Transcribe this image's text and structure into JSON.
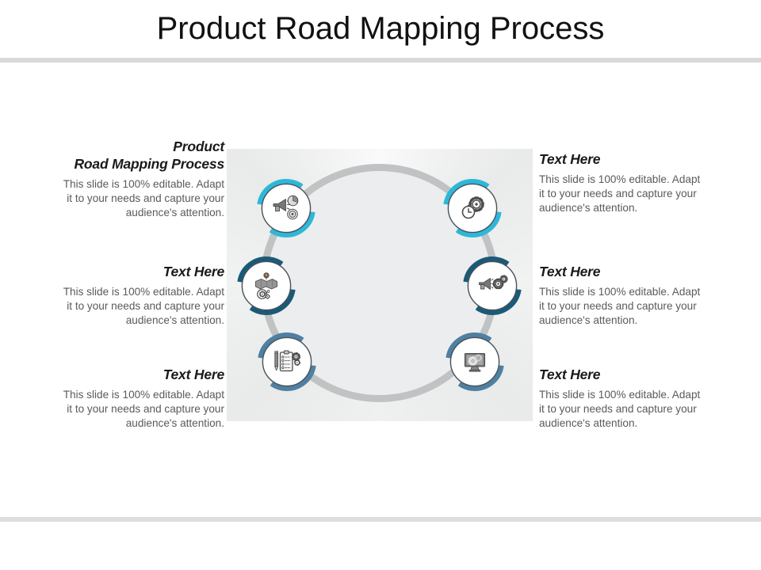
{
  "slide": {
    "title": "Product Road Mapping Process",
    "divider_color": "#d9d9d9",
    "background_color": "#ffffff"
  },
  "diagram": {
    "ring_color": "#c1c2c3",
    "inner_fill": "#ecedee",
    "accents": {
      "top_row": "#2eb7d8",
      "middle_row": "#1b5a77",
      "bottom_row": "#4f80a1"
    },
    "nodes": [
      {
        "position": "top-left",
        "icon": "megaphone-pie-target-icon",
        "accent": "#2eb7d8"
      },
      {
        "position": "top-right",
        "icon": "clock-gear-icon",
        "accent": "#2eb7d8"
      },
      {
        "position": "middle-left",
        "icon": "map-pin-mind-gear-icon",
        "accent": "#1b5a77"
      },
      {
        "position": "middle-right",
        "icon": "megaphone-gears-icon",
        "accent": "#1b5a77"
      },
      {
        "position": "bottom-left",
        "icon": "pencil-checklist-gear-icon",
        "accent": "#4f80a1"
      },
      {
        "position": "bottom-right",
        "icon": "monitor-gears-icon",
        "accent": "#4f80a1"
      }
    ]
  },
  "callouts": {
    "left": [
      {
        "title": "Product\nRoad Mapping Process",
        "body": "This slide is 100% editable.  Adapt\nit to your needs and capture your\naudience's attention."
      },
      {
        "title": "Text Here",
        "body": "This slide is 100% editable.  Adapt\nit to your needs and capture your\naudience's attention."
      },
      {
        "title": "Text Here",
        "body": "This slide is 100% editable.  Adapt\nit to your needs and capture your\naudience's attention."
      }
    ],
    "right": [
      {
        "title": "Text Here",
        "body": "This slide is 100% editable.  Adapt\nit to your needs and capture your\naudience's attention."
      },
      {
        "title": "Text Here",
        "body": "This slide is 100% editable.  Adapt\nit to your needs and capture your\naudience's attention."
      },
      {
        "title": "Text Here",
        "body": "This slide is 100% editable.  Adapt\nit to your needs and capture your\naudience's attention."
      }
    ]
  }
}
